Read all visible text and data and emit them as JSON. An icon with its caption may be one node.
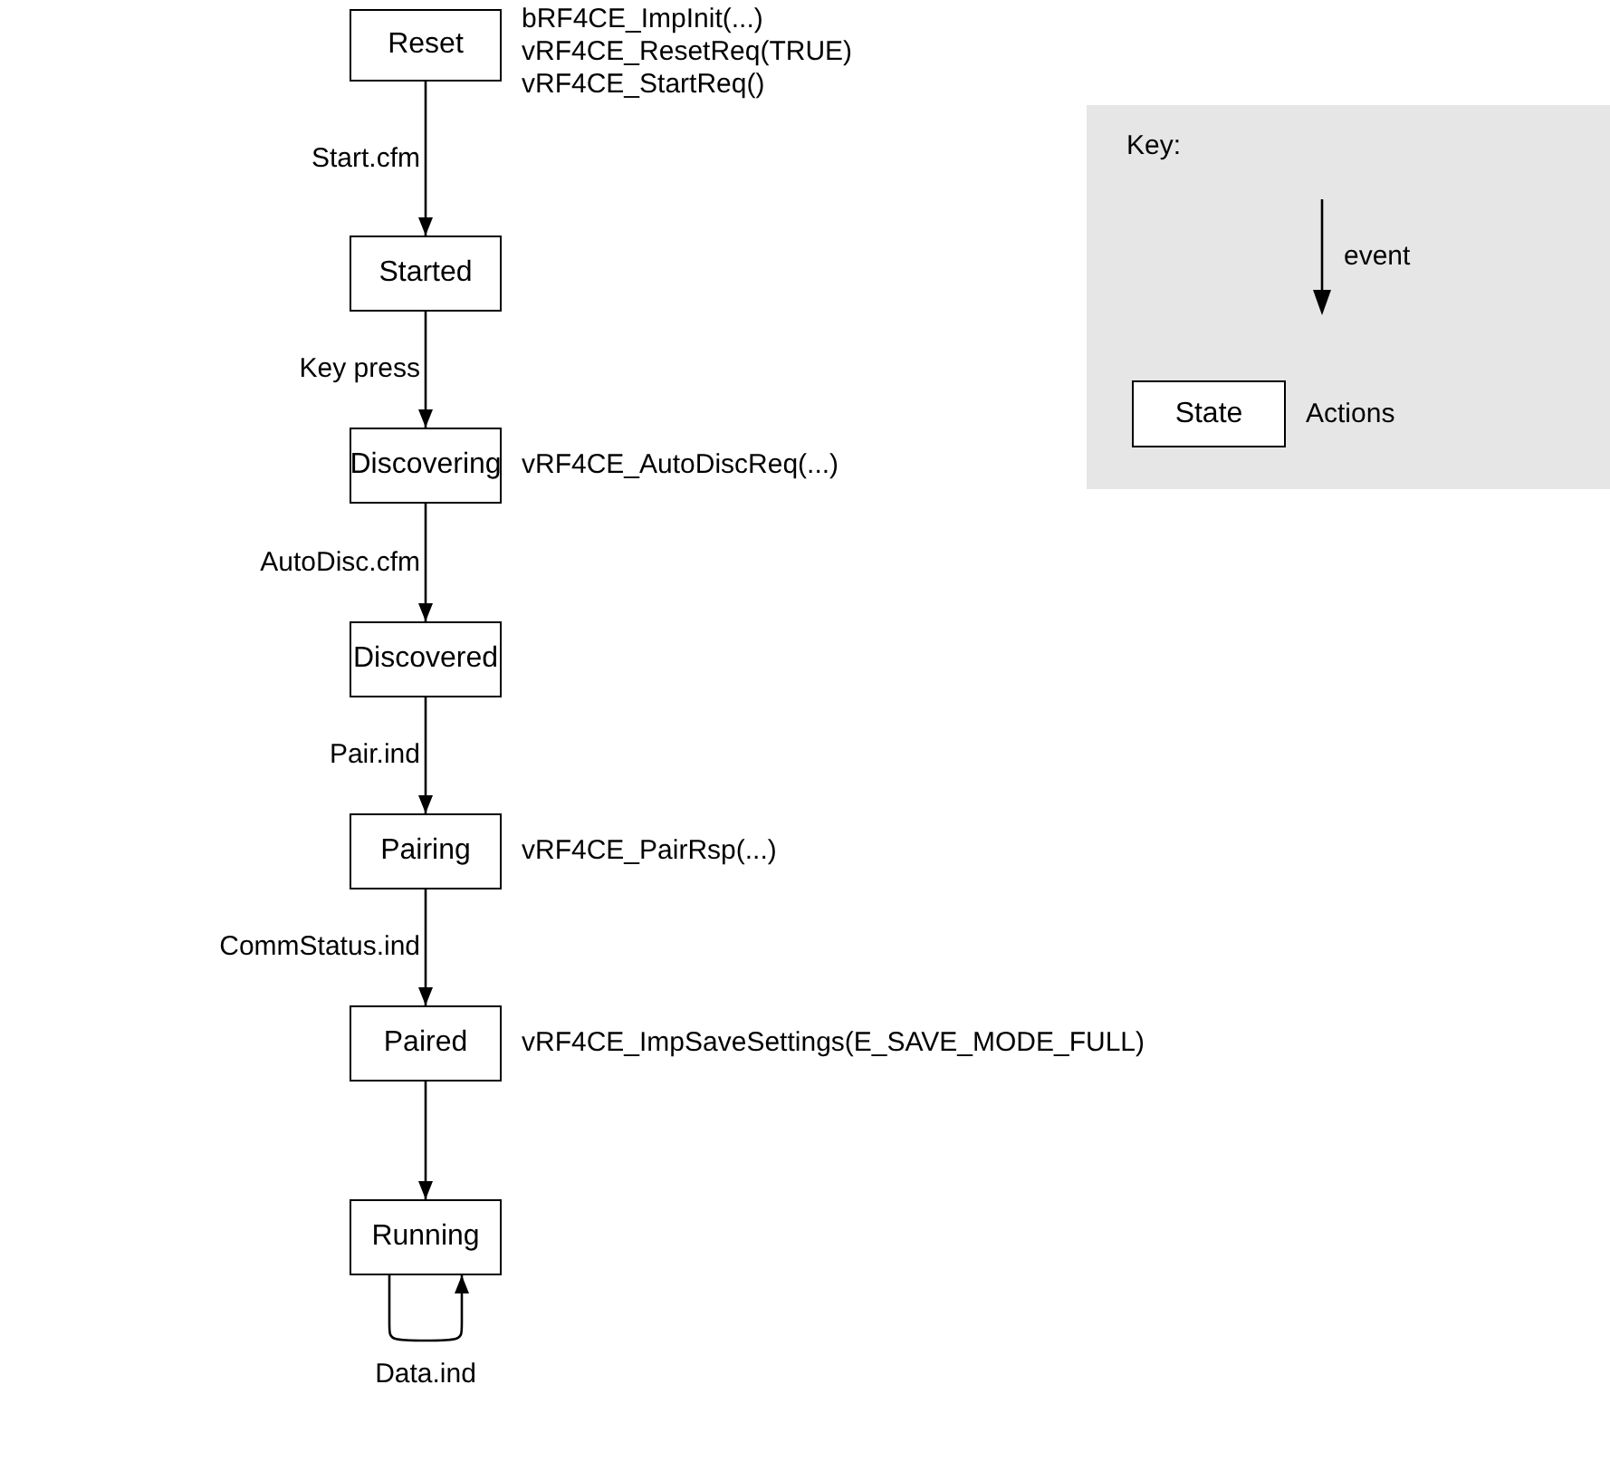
{
  "diagram": {
    "nodes": [
      {
        "text": [
          "Reset"
        ],
        "beside": [
          "bRF4CE_ImpInit(...)",
          "vRF4CE_ResetReq(TRUE)",
          "vRF4CE_StartReq()"
        ]
      },
      {
        "text": [
          "Started"
        ]
      },
      {
        "text": [
          "Discovering"
        ],
        "beside": [
          "vRF4CE_AutoDiscReq(...)"
        ]
      },
      {
        "text": [
          "Discovered"
        ]
      },
      {
        "text": [
          "Pairing"
        ],
        "beside": [
          "vRF4CE_PairRsp(...)"
        ]
      },
      {
        "text": [
          "Paired"
        ],
        "beside": [
          "vRF4CE_ImpSaveSettings(E_SAVE_MODE_FULL)"
        ]
      },
      {
        "text": [
          "Running"
        ]
      },
      {
        "text": [
          "Key:"
        ]
      },
      {
        "text": [
          "State"
        ],
        "in": 7,
        "beside": [
          "Actions"
        ]
      }
    ],
    "edges": [
      {
        "from": 0,
        "to": 1,
        "arrow": "to",
        "label": "Start.cfm"
      },
      {
        "from": 1,
        "to": 2,
        "arrow": "to",
        "label": "Key press"
      },
      {
        "from": 2,
        "to": 3,
        "arrow": "to",
        "label": "AutoDisc.cfm"
      },
      {
        "from": 3,
        "to": 4,
        "arrow": "to",
        "label": "Pair.ind"
      },
      {
        "from": 4,
        "to": 5,
        "arrow": "to",
        "label": "CommStatus.ind"
      },
      {
        "from": 5,
        "to": 6,
        "arrow": "to"
      },
      {
        "from": 6,
        "to": 6,
        "arrow": "to",
        "label": "Data.ind"
      }
    ],
    "labels": [
      "event"
    ]
  }
}
